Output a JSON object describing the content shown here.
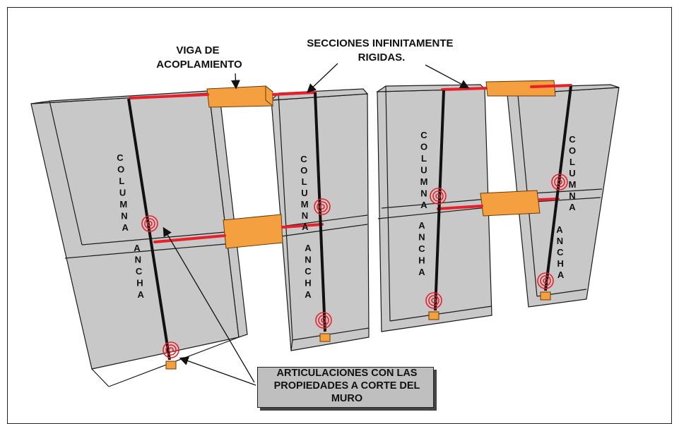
{
  "labels": {
    "coupling_beam": "VIGA DE\nACOPLAMIENTO",
    "rigid_sections": "SECCIONES INFINITAMENTE\nRIGIDAS.",
    "wide_column_letters": [
      "C",
      "O",
      "L",
      "U",
      "M",
      "N",
      "A"
    ],
    "wide_letters": [
      "A",
      "N",
      "C",
      "H",
      "A"
    ],
    "joints_caption": "ARTICULACIONES CON LAS\nPROPIEDADES A CORTE DEL\nMURO"
  },
  "colors": {
    "wall_fill": "#c8c8c8",
    "wall_stroke": "#1a1a1a",
    "beam_orange": "#f4a040",
    "rigid_red": "#e8202a",
    "column_black": "#111111",
    "caption_fill": "#bfbfbf"
  }
}
